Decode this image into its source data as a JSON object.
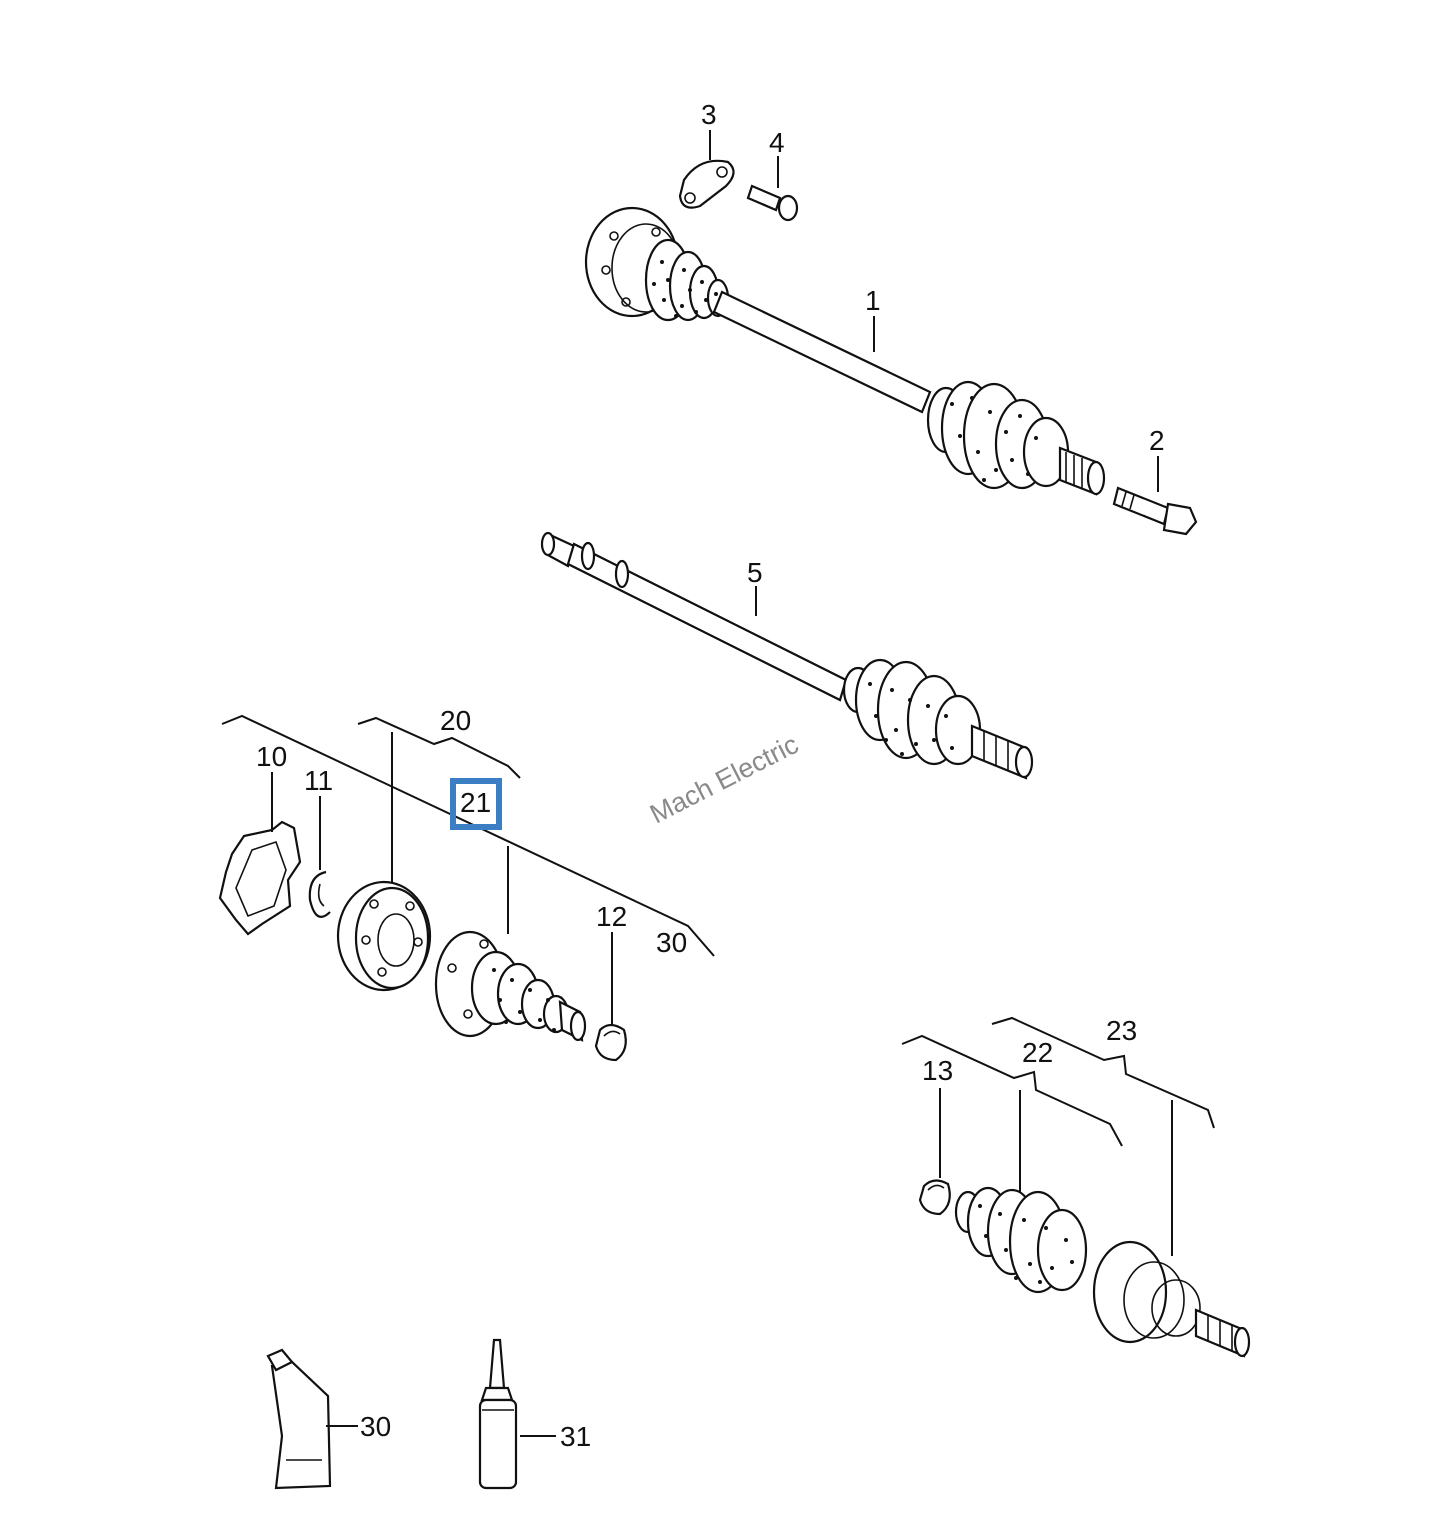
{
  "diagram": {
    "watermark": "Mach Electric",
    "highlight": {
      "label": "21",
      "color": "#3a7fc4"
    },
    "callouts": [
      {
        "id": "c1",
        "text": "1"
      },
      {
        "id": "c2",
        "text": "2"
      },
      {
        "id": "c3",
        "text": "3"
      },
      {
        "id": "c4",
        "text": "4"
      },
      {
        "id": "c5",
        "text": "5"
      },
      {
        "id": "c10",
        "text": "10"
      },
      {
        "id": "c11",
        "text": "11"
      },
      {
        "id": "c12",
        "text": "12"
      },
      {
        "id": "c13",
        "text": "13"
      },
      {
        "id": "c20",
        "text": "20"
      },
      {
        "id": "c22",
        "text": "22"
      },
      {
        "id": "c23",
        "text": "23"
      },
      {
        "id": "c30a",
        "text": "30"
      },
      {
        "id": "c30b",
        "text": "30"
      },
      {
        "id": "c31",
        "text": "31"
      }
    ]
  }
}
